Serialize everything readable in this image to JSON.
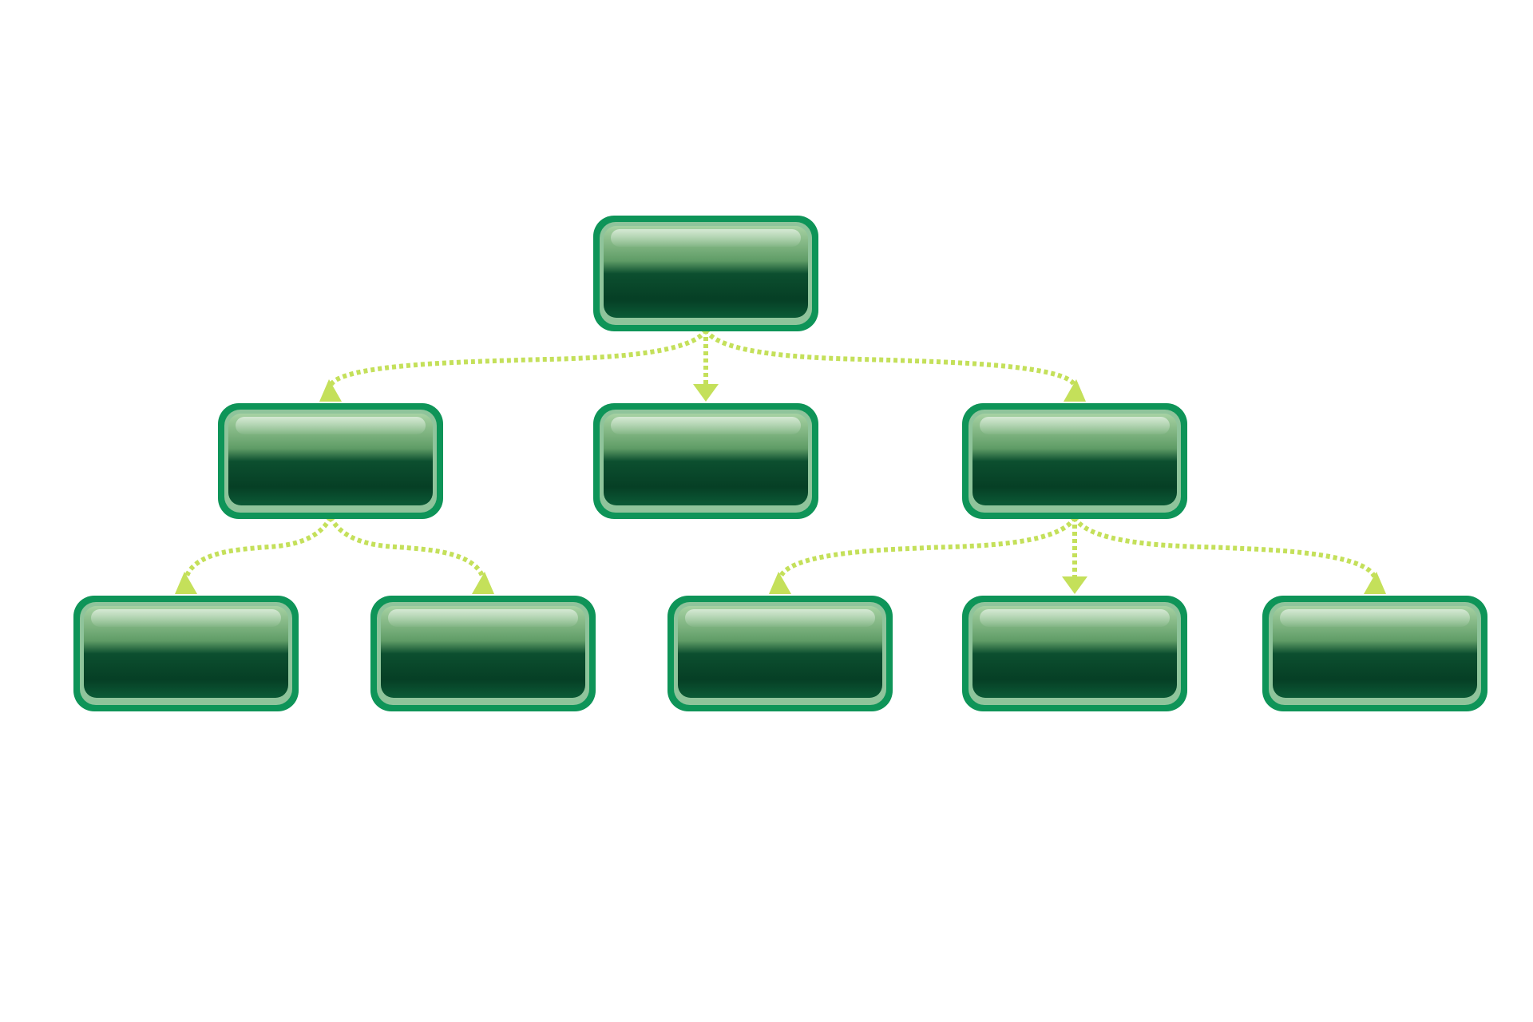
{
  "diagram": {
    "type": "hierarchy",
    "colors": {
      "background": "#ffffff",
      "box_border": "#0e9458",
      "box_gloss_top": "#a5cfa0",
      "box_mid": "#6aa36f",
      "box_dark": "#074b2d",
      "connector": "#c4e05a"
    },
    "nodes": [
      {
        "id": "root",
        "label": "",
        "level": 0,
        "parent": null
      },
      {
        "id": "child-1",
        "label": "",
        "level": 1,
        "parent": "root"
      },
      {
        "id": "child-2",
        "label": "",
        "level": 1,
        "parent": "root"
      },
      {
        "id": "child-3",
        "label": "",
        "level": 1,
        "parent": "root"
      },
      {
        "id": "grandchild-1",
        "label": "",
        "level": 2,
        "parent": "child-1"
      },
      {
        "id": "grandchild-2",
        "label": "",
        "level": 2,
        "parent": "child-1"
      },
      {
        "id": "grandchild-3",
        "label": "",
        "level": 2,
        "parent": "child-3"
      },
      {
        "id": "grandchild-4",
        "label": "",
        "level": 2,
        "parent": "child-3"
      },
      {
        "id": "grandchild-5",
        "label": "",
        "level": 2,
        "parent": "child-3"
      }
    ]
  }
}
